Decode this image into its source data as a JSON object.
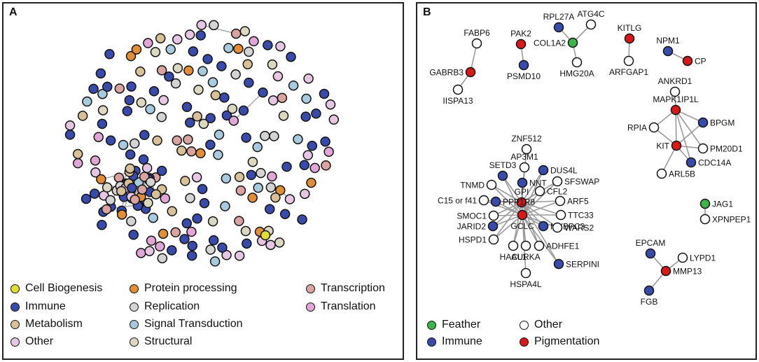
{
  "panelA": {
    "label": "A",
    "colors": {
      "cell_biogenesis": "#dede33",
      "immune": "#3a4aa8",
      "metabolism": "#d8c199",
      "other": "#e6c7e3",
      "protein_processing": "#e08f36",
      "replication": "#d3d3d3",
      "signal_transduction": "#a9c9dd",
      "structural": "#dcd7c1",
      "transcription": "#d9a3a1",
      "translation": "#e0a6d6"
    },
    "legend": [
      {
        "key": "cell_biogenesis",
        "label": "Cell Biogenesis"
      },
      {
        "key": "immune",
        "label": "Immune"
      },
      {
        "key": "metabolism",
        "label": "Metabolism"
      },
      {
        "key": "other",
        "label": "Other"
      },
      {
        "key": "protein_processing",
        "label": "Protein processing"
      },
      {
        "key": "replication",
        "label": "Replication"
      },
      {
        "key": "signal_transduction",
        "label": "Signal Transduction"
      },
      {
        "key": "structural",
        "label": "Structural"
      },
      {
        "key": "transcription",
        "label": "Transcription"
      },
      {
        "key": "translation",
        "label": "Translation"
      }
    ]
  },
  "panelB": {
    "label": "B",
    "colors": {
      "feather": "#3bb54a",
      "immune": "#3a4aa8",
      "other": "#ffffff",
      "pigmentation": "#d7191c"
    },
    "legend": [
      {
        "key": "feather",
        "label": "Feather"
      },
      {
        "key": "immune",
        "label": "Immune"
      },
      {
        "key": "other",
        "label": "Other"
      },
      {
        "key": "pigmentation",
        "label": "Pigmentation"
      }
    ],
    "nodes": [
      {
        "id": "RPL27A",
        "cat": "immune"
      },
      {
        "id": "ATG4C",
        "cat": "other"
      },
      {
        "id": "COL1A2",
        "cat": "feather"
      },
      {
        "id": "HMG20A",
        "cat": "other"
      },
      {
        "id": "KITLG",
        "cat": "pigmentation"
      },
      {
        "id": "ARFGAP1",
        "cat": "other"
      },
      {
        "id": "NPM1",
        "cat": "immune"
      },
      {
        "id": "CP",
        "cat": "pigmentation"
      },
      {
        "id": "FABP6",
        "cat": "other"
      },
      {
        "id": "GABRB3",
        "cat": "pigmentation"
      },
      {
        "id": "IISPA13",
        "cat": "other"
      },
      {
        "id": "PAK2",
        "cat": "pigmentation"
      },
      {
        "id": "PSMD10",
        "cat": "immune"
      },
      {
        "id": "ANKRD1",
        "cat": "other"
      },
      {
        "id": "MAPK1IP1L",
        "cat": "pigmentation"
      },
      {
        "id": "BPGM",
        "cat": "immune"
      },
      {
        "id": "RPIA",
        "cat": "other"
      },
      {
        "id": "KIT",
        "cat": "pigmentation"
      },
      {
        "id": "PM20D1",
        "cat": "other"
      },
      {
        "id": "CDC14A",
        "cat": "immune"
      },
      {
        "id": "ARL5B",
        "cat": "other"
      },
      {
        "id": "ZNF512",
        "cat": "other"
      },
      {
        "id": "AP3M1",
        "cat": "other"
      },
      {
        "id": "SETD3",
        "cat": "immune"
      },
      {
        "id": "DUS4L",
        "cat": "immune"
      },
      {
        "id": "TNMD",
        "cat": "other"
      },
      {
        "id": "NNT",
        "cat": "immune"
      },
      {
        "id": "SFSWAP",
        "cat": "other"
      },
      {
        "id": "GPI",
        "cat": "pigmentation"
      },
      {
        "id": "CFL2",
        "cat": "other"
      },
      {
        "id": "C15 or f41",
        "cat": "other"
      },
      {
        "id": "ARF5",
        "cat": "other"
      },
      {
        "id": "PPP1R8",
        "cat": "immune"
      },
      {
        "id": "SMOC1",
        "cat": "other"
      },
      {
        "id": "TTC33",
        "cat": "other"
      },
      {
        "id": "GCLC",
        "cat": "pigmentation"
      },
      {
        "id": "JARID2",
        "cat": "immune"
      },
      {
        "id": "MYBPC3",
        "cat": "immune"
      },
      {
        "id": "WARS2",
        "cat": "other"
      },
      {
        "id": "HSPD1",
        "cat": "other"
      },
      {
        "id": "ADHFE1",
        "cat": "other"
      },
      {
        "id": "HACL1",
        "cat": "other"
      },
      {
        "id": "AURKA",
        "cat": "other"
      },
      {
        "id": "SERPINI",
        "cat": "immune"
      },
      {
        "id": "HSPA4L",
        "cat": "other"
      },
      {
        "id": "JAG1",
        "cat": "feather"
      },
      {
        "id": "XPNPEP1",
        "cat": "other"
      },
      {
        "id": "EPCAM",
        "cat": "immune"
      },
      {
        "id": "LYPD1",
        "cat": "other"
      },
      {
        "id": "MMP13",
        "cat": "pigmentation"
      },
      {
        "id": "FGB",
        "cat": "immune"
      }
    ],
    "edges": [
      [
        "RPL27A",
        "COL1A2"
      ],
      [
        "ATG4C",
        "COL1A2"
      ],
      [
        "COL1A2",
        "HMG20A"
      ],
      [
        "KITLG",
        "ARFGAP1"
      ],
      [
        "NPM1",
        "CP"
      ],
      [
        "FABP6",
        "GABRB3"
      ],
      [
        "GABRB3",
        "IISPA13"
      ],
      [
        "PAK2",
        "PSMD10"
      ],
      [
        "ANKRD1",
        "MAPK1IP1L"
      ],
      [
        "MAPK1IP1L",
        "BPGM"
      ],
      [
        "MAPK1IP1L",
        "RPIA"
      ],
      [
        "MAPK1IP1L",
        "KIT"
      ],
      [
        "MAPK1IP1L",
        "PM20D1"
      ],
      [
        "MAPK1IP1L",
        "CDC14A"
      ],
      [
        "KIT",
        "RPIA"
      ],
      [
        "KIT",
        "BPGM"
      ],
      [
        "KIT",
        "PM20D1"
      ],
      [
        "KIT",
        "CDC14A"
      ],
      [
        "KIT",
        "ARL5B"
      ],
      [
        "GPI",
        "GCLC"
      ],
      [
        "GPI",
        "ZNF512"
      ],
      [
        "GPI",
        "AP3M1"
      ],
      [
        "GPI",
        "SETD3"
      ],
      [
        "GPI",
        "DUS4L"
      ],
      [
        "GPI",
        "TNMD"
      ],
      [
        "GPI",
        "NNT"
      ],
      [
        "GPI",
        "SFSWAP"
      ],
      [
        "GPI",
        "CFL2"
      ],
      [
        "GPI",
        "C15 or f41"
      ],
      [
        "GPI",
        "ARF5"
      ],
      [
        "GPI",
        "PPP1R8"
      ],
      [
        "GPI",
        "SMOC1"
      ],
      [
        "GPI",
        "TTC33"
      ],
      [
        "GPI",
        "JARID2"
      ],
      [
        "GPI",
        "MYBPC3"
      ],
      [
        "GPI",
        "WARS2"
      ],
      [
        "GPI",
        "HSPD1"
      ],
      [
        "GPI",
        "ADHFE1"
      ],
      [
        "GPI",
        "HACL1"
      ],
      [
        "GPI",
        "AURKA"
      ],
      [
        "GPI",
        "SERPINI"
      ],
      [
        "GCLC",
        "SETD3"
      ],
      [
        "GCLC",
        "DUS4L"
      ],
      [
        "GCLC",
        "TNMD"
      ],
      [
        "GCLC",
        "NNT"
      ],
      [
        "GCLC",
        "SFSWAP"
      ],
      [
        "GCLC",
        "CFL2"
      ],
      [
        "GCLC",
        "C15 or f41"
      ],
      [
        "GCLC",
        "ARF5"
      ],
      [
        "GCLC",
        "PPP1R8"
      ],
      [
        "GCLC",
        "SMOC1"
      ],
      [
        "GCLC",
        "TTC33"
      ],
      [
        "GCLC",
        "JARID2"
      ],
      [
        "GCLC",
        "MYBPC3"
      ],
      [
        "GCLC",
        "WARS2"
      ],
      [
        "GCLC",
        "HSPD1"
      ],
      [
        "GCLC",
        "ADHFE1"
      ],
      [
        "GCLC",
        "HACL1"
      ],
      [
        "GCLC",
        "AURKA"
      ],
      [
        "GCLC",
        "SERPINI"
      ],
      [
        "GCLC",
        "HSPA4L"
      ],
      [
        "JAG1",
        "XPNPEP1"
      ],
      [
        "EPCAM",
        "MMP13"
      ],
      [
        "LYPD1",
        "MMP13"
      ],
      [
        "MMP13",
        "FGB"
      ]
    ]
  }
}
